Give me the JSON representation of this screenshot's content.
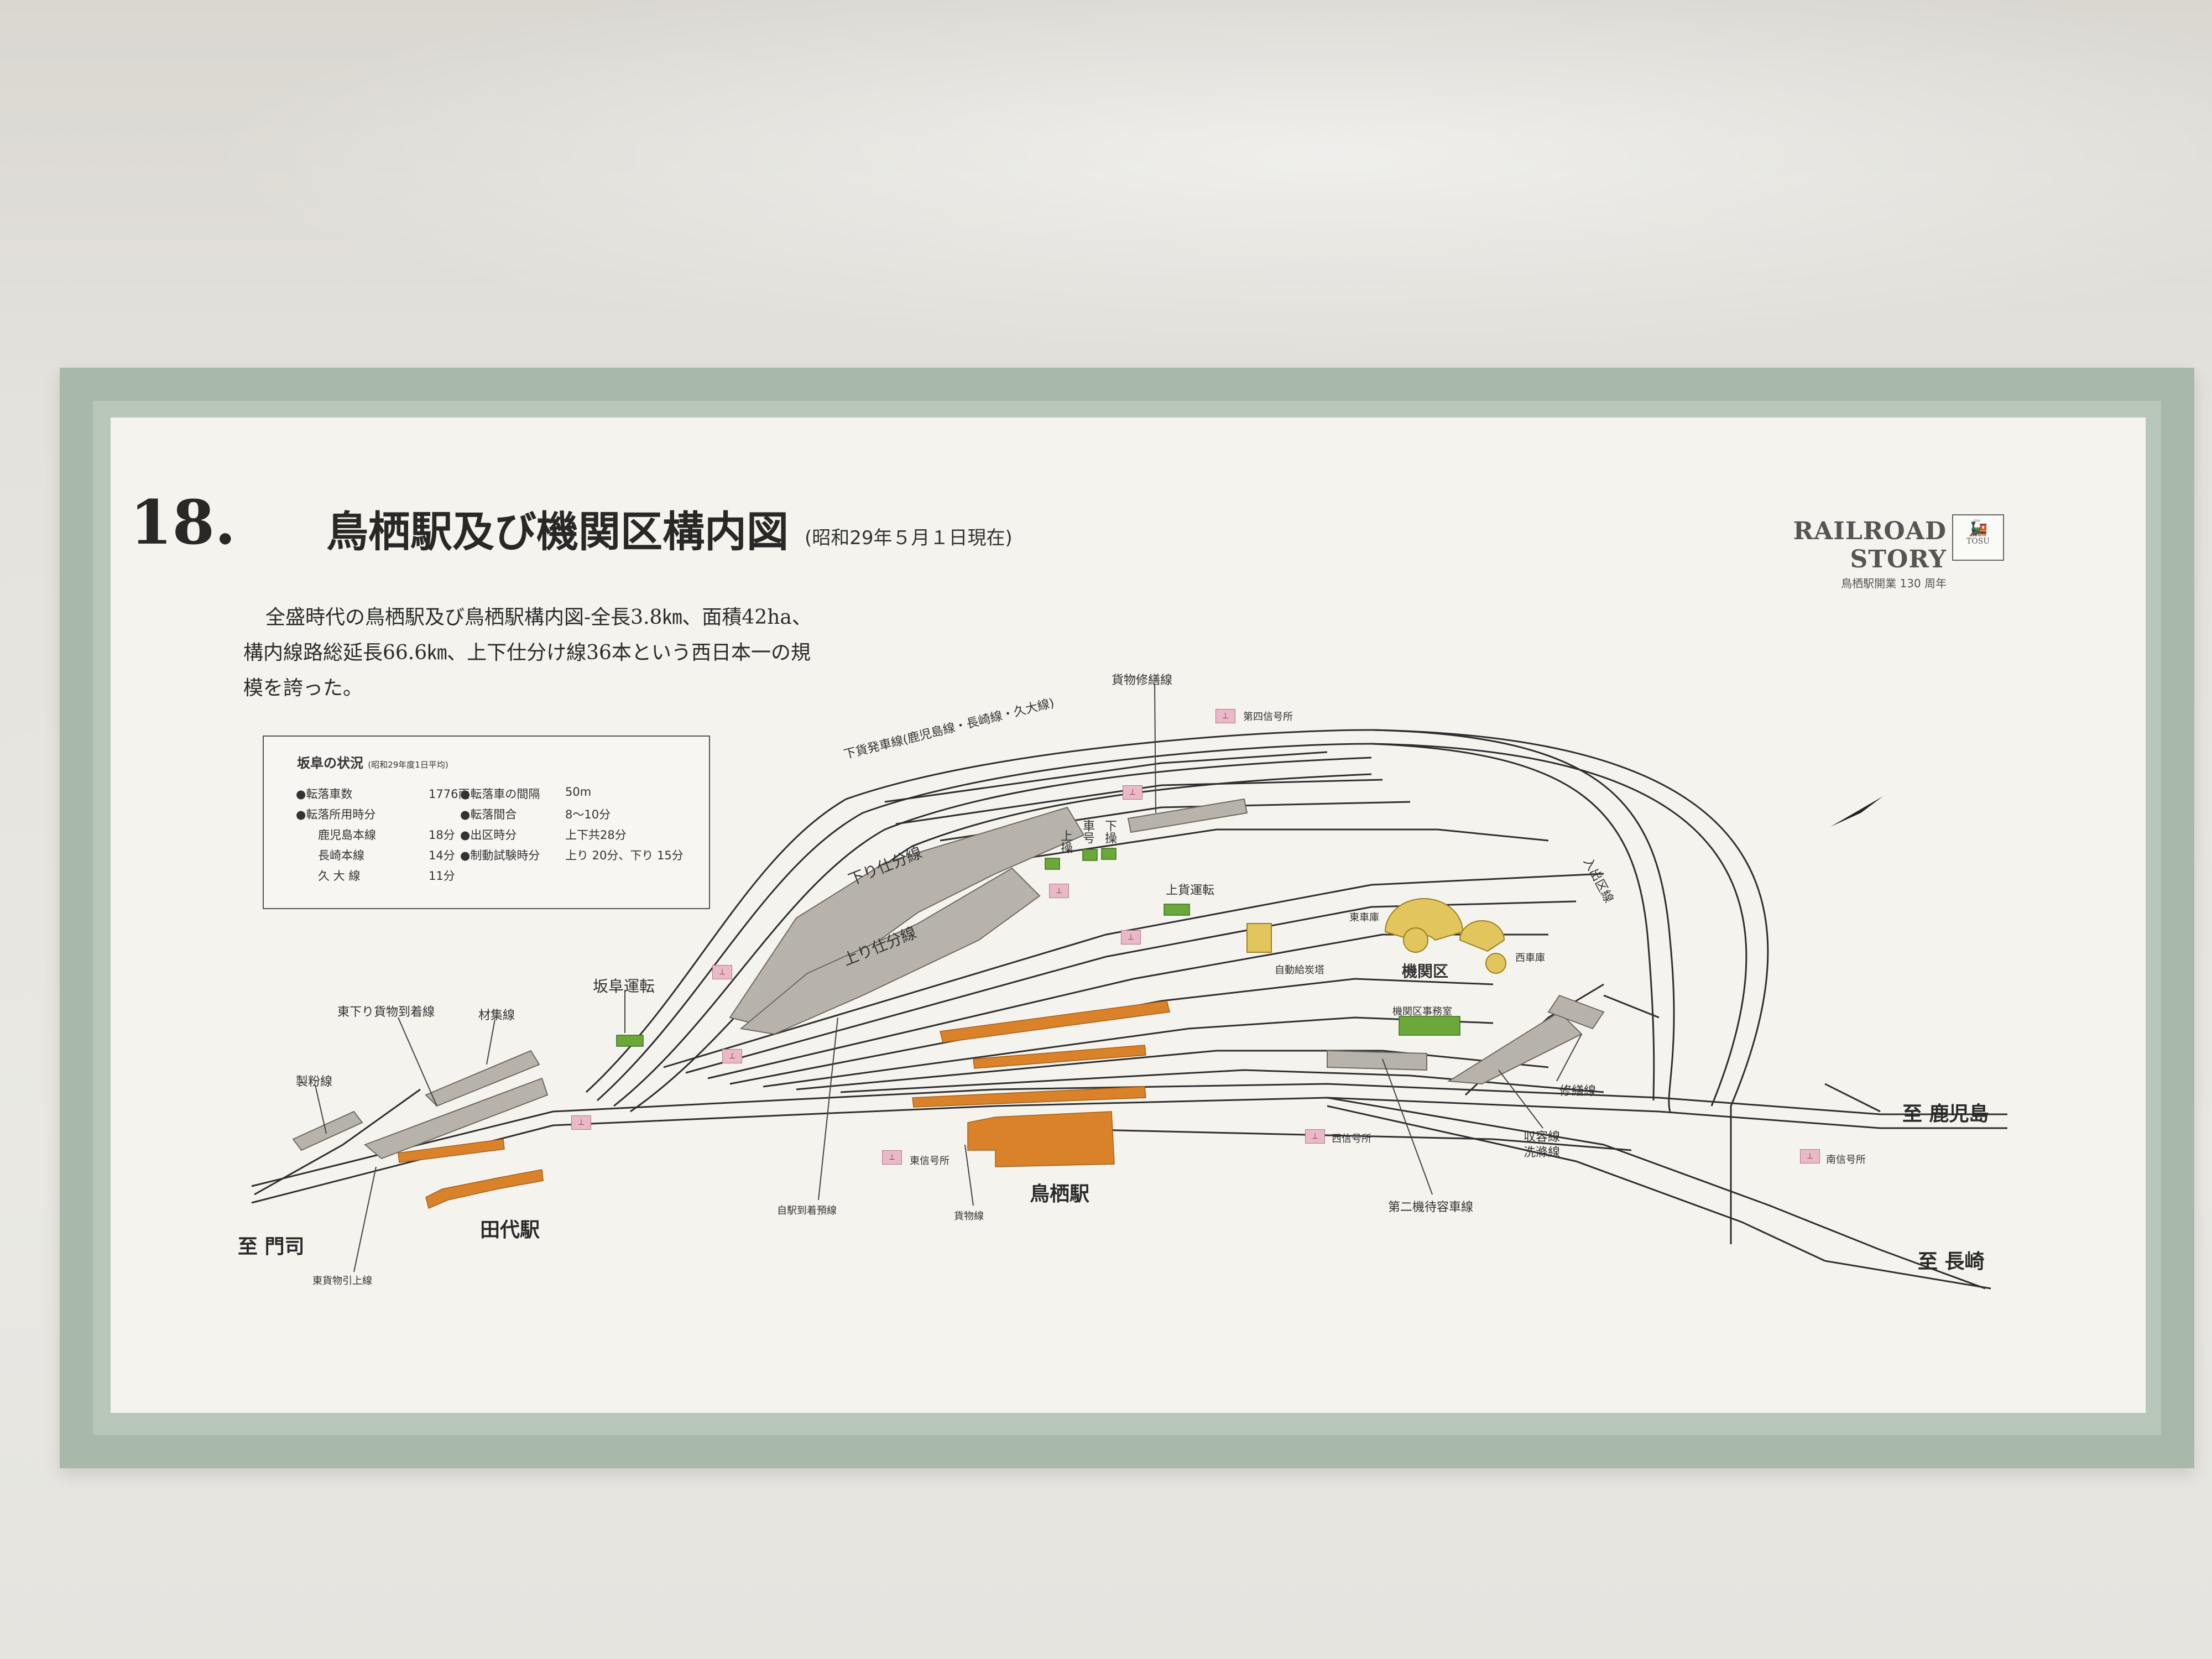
{
  "panel": {
    "number": "18.",
    "title": "鳥栖駅及び機関区構内図",
    "subtitle": "(昭和29年５月１日現在)"
  },
  "brand": {
    "title": "RAILROAD STORY",
    "subtitle": "鳥栖駅開業 130 周年",
    "logo_text": "TOSU"
  },
  "intro": [
    "全盛時代の鳥栖駅及び鳥栖駅構内図-全長3.8㎞、面積42ha、",
    "構内線路総延長66.6㎞、上下仕分け線36本という西日本一の規",
    "模を誇った。"
  ],
  "stats": {
    "title": "坂阜の状況",
    "title_note": "(昭和29年度1日平均)",
    "left": [
      {
        "key": "●転落車数",
        "value": "1776両"
      },
      {
        "key": "●転落所用時分",
        "value": ""
      },
      {
        "key": "鹿児島本線",
        "value": "18分"
      },
      {
        "key": "長崎本線",
        "value": "14分"
      },
      {
        "key": "久 大 線",
        "value": "11分"
      }
    ],
    "right": [
      {
        "key": "●転落車の間隔",
        "value": "50m"
      },
      {
        "key": "●転落間合",
        "value": "8〜10分"
      },
      {
        "key": "●出区時分",
        "value": "上下共28分"
      },
      {
        "key": "●制動試験時分",
        "value": "上り 20分、下り 15分"
      }
    ]
  },
  "map": {
    "directions": {
      "moji": "至 門司",
      "kagoshima": "至 鹿児島",
      "nagasaki": "至 長崎"
    },
    "stations": {
      "tashiro": "田代駅",
      "tosu": "鳥栖駅"
    },
    "labels": {
      "down_departure": "下貨発車線(鹿児島線・長崎線・久大線)",
      "freight_repair": "貨物修繕線",
      "signal_4": "第四信号所",
      "down_sort": "下り仕分線",
      "up_sort": "上り仕分線",
      "up_op": "上操",
      "car_no": "車号",
      "down_op": "下操",
      "up_freight": "上貨運転",
      "east_shed": "東車庫",
      "west_shed": "西車庫",
      "depot": "機関区",
      "coaling": "自動給炭塔",
      "depot_office": "機関区事務室",
      "in_out": "入出区線",
      "hump": "坂阜運転",
      "east_down_arrival": "東下り貨物到着線",
      "material": "材集線",
      "flour": "製粉線",
      "repair": "修繕線",
      "storage_wash": "収容線\n洗滌線",
      "west_signal": "西信号所",
      "east_signal": "東信号所",
      "south_signal": "南信号所",
      "self_arrival": "自駅到着預線",
      "freight_line": "貨物線",
      "second_wait": "第二機待容車線",
      "east_pullout": "東貨物引上線"
    },
    "colors": {
      "siding_fill": "#b8b3aa",
      "platform_orange": "#d9822a",
      "building_green": "#6aa83a",
      "depot_yellow": "#e2c55c",
      "signal_pink": "#e9b9c8",
      "track": "#2f2f2f"
    }
  }
}
